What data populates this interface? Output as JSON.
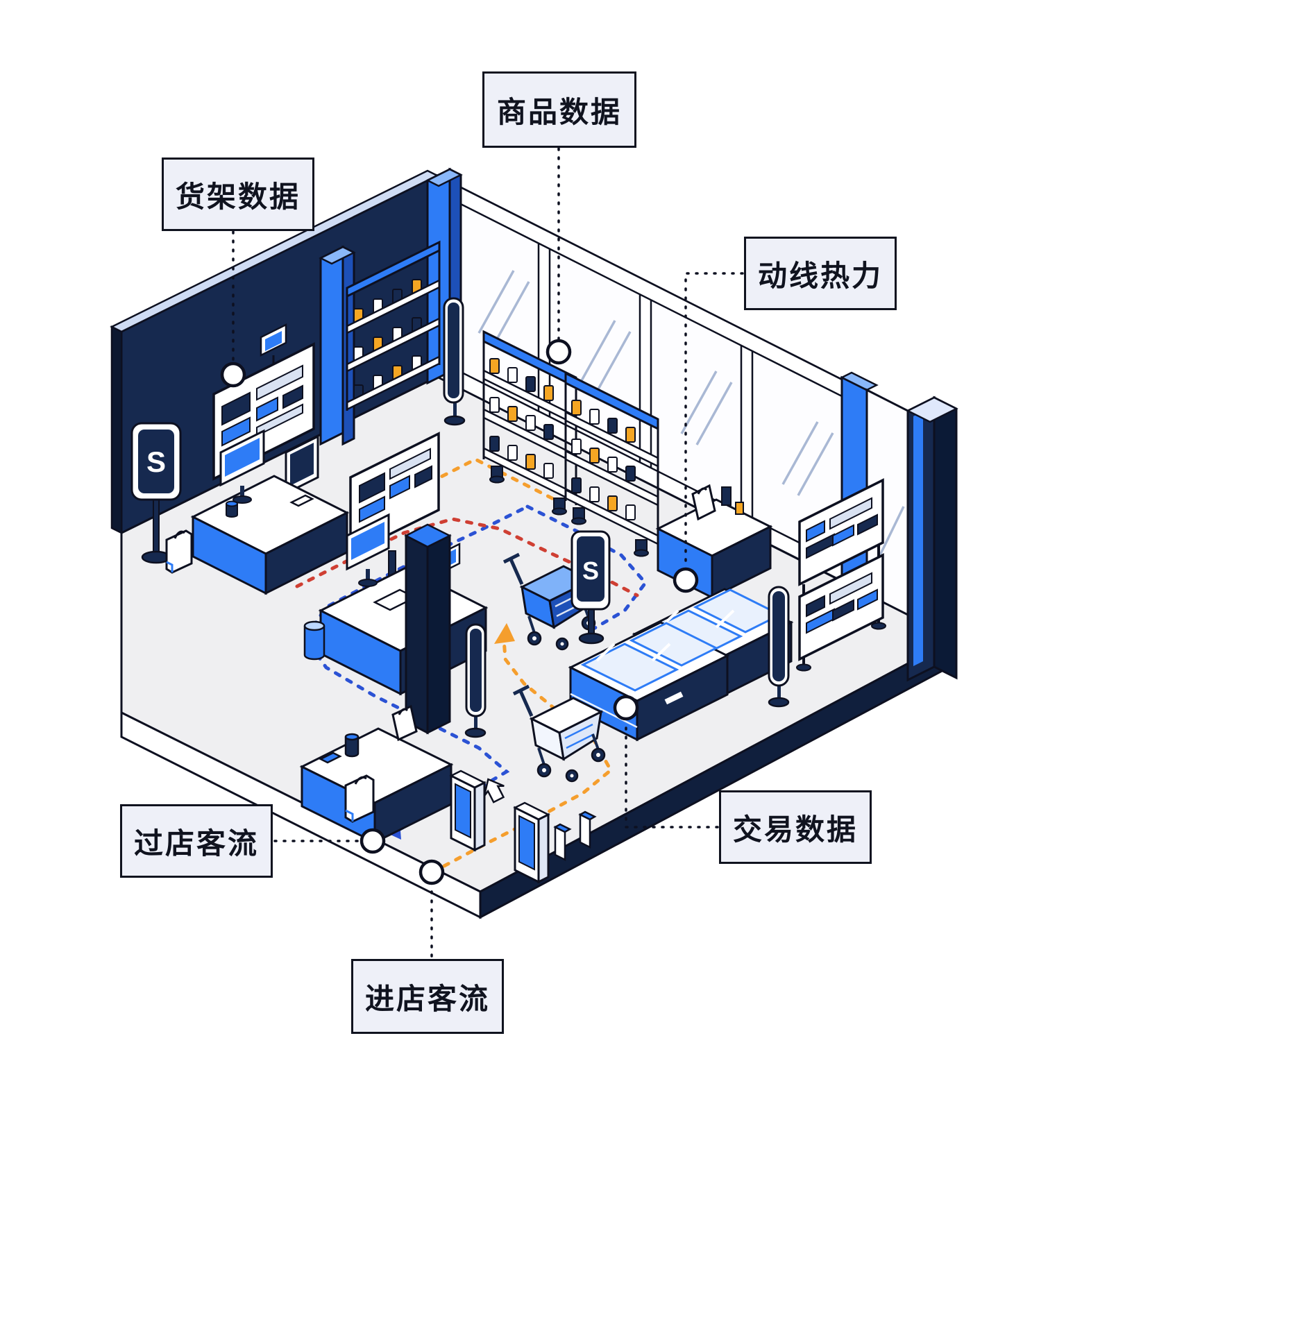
{
  "figure": {
    "type": "isometric-smart-retail-store-diagram",
    "background": "#ffffff"
  },
  "callouts": [
    {
      "id": "product-data",
      "text": "商品数据"
    },
    {
      "id": "shelf-data",
      "text": "货架数据"
    },
    {
      "id": "path-heat",
      "text": "动线热力"
    },
    {
      "id": "transaction-data",
      "text": "交易数据"
    },
    {
      "id": "passby-traffic",
      "text": "过店客流"
    },
    {
      "id": "enter-traffic",
      "text": "进店客流"
    }
  ],
  "store": {
    "sign_text": "S"
  },
  "colors": {
    "accent_blue": "#2e7cf6",
    "dark_navy": "#16294f",
    "outline": "#0d1020",
    "orange_item": "#f5a623",
    "path_blue": "#2b52d4",
    "path_orange": "#f59e2d",
    "path_red": "#cf3f33",
    "label_bg": "#eef0f8",
    "floor": "#efeff1"
  }
}
